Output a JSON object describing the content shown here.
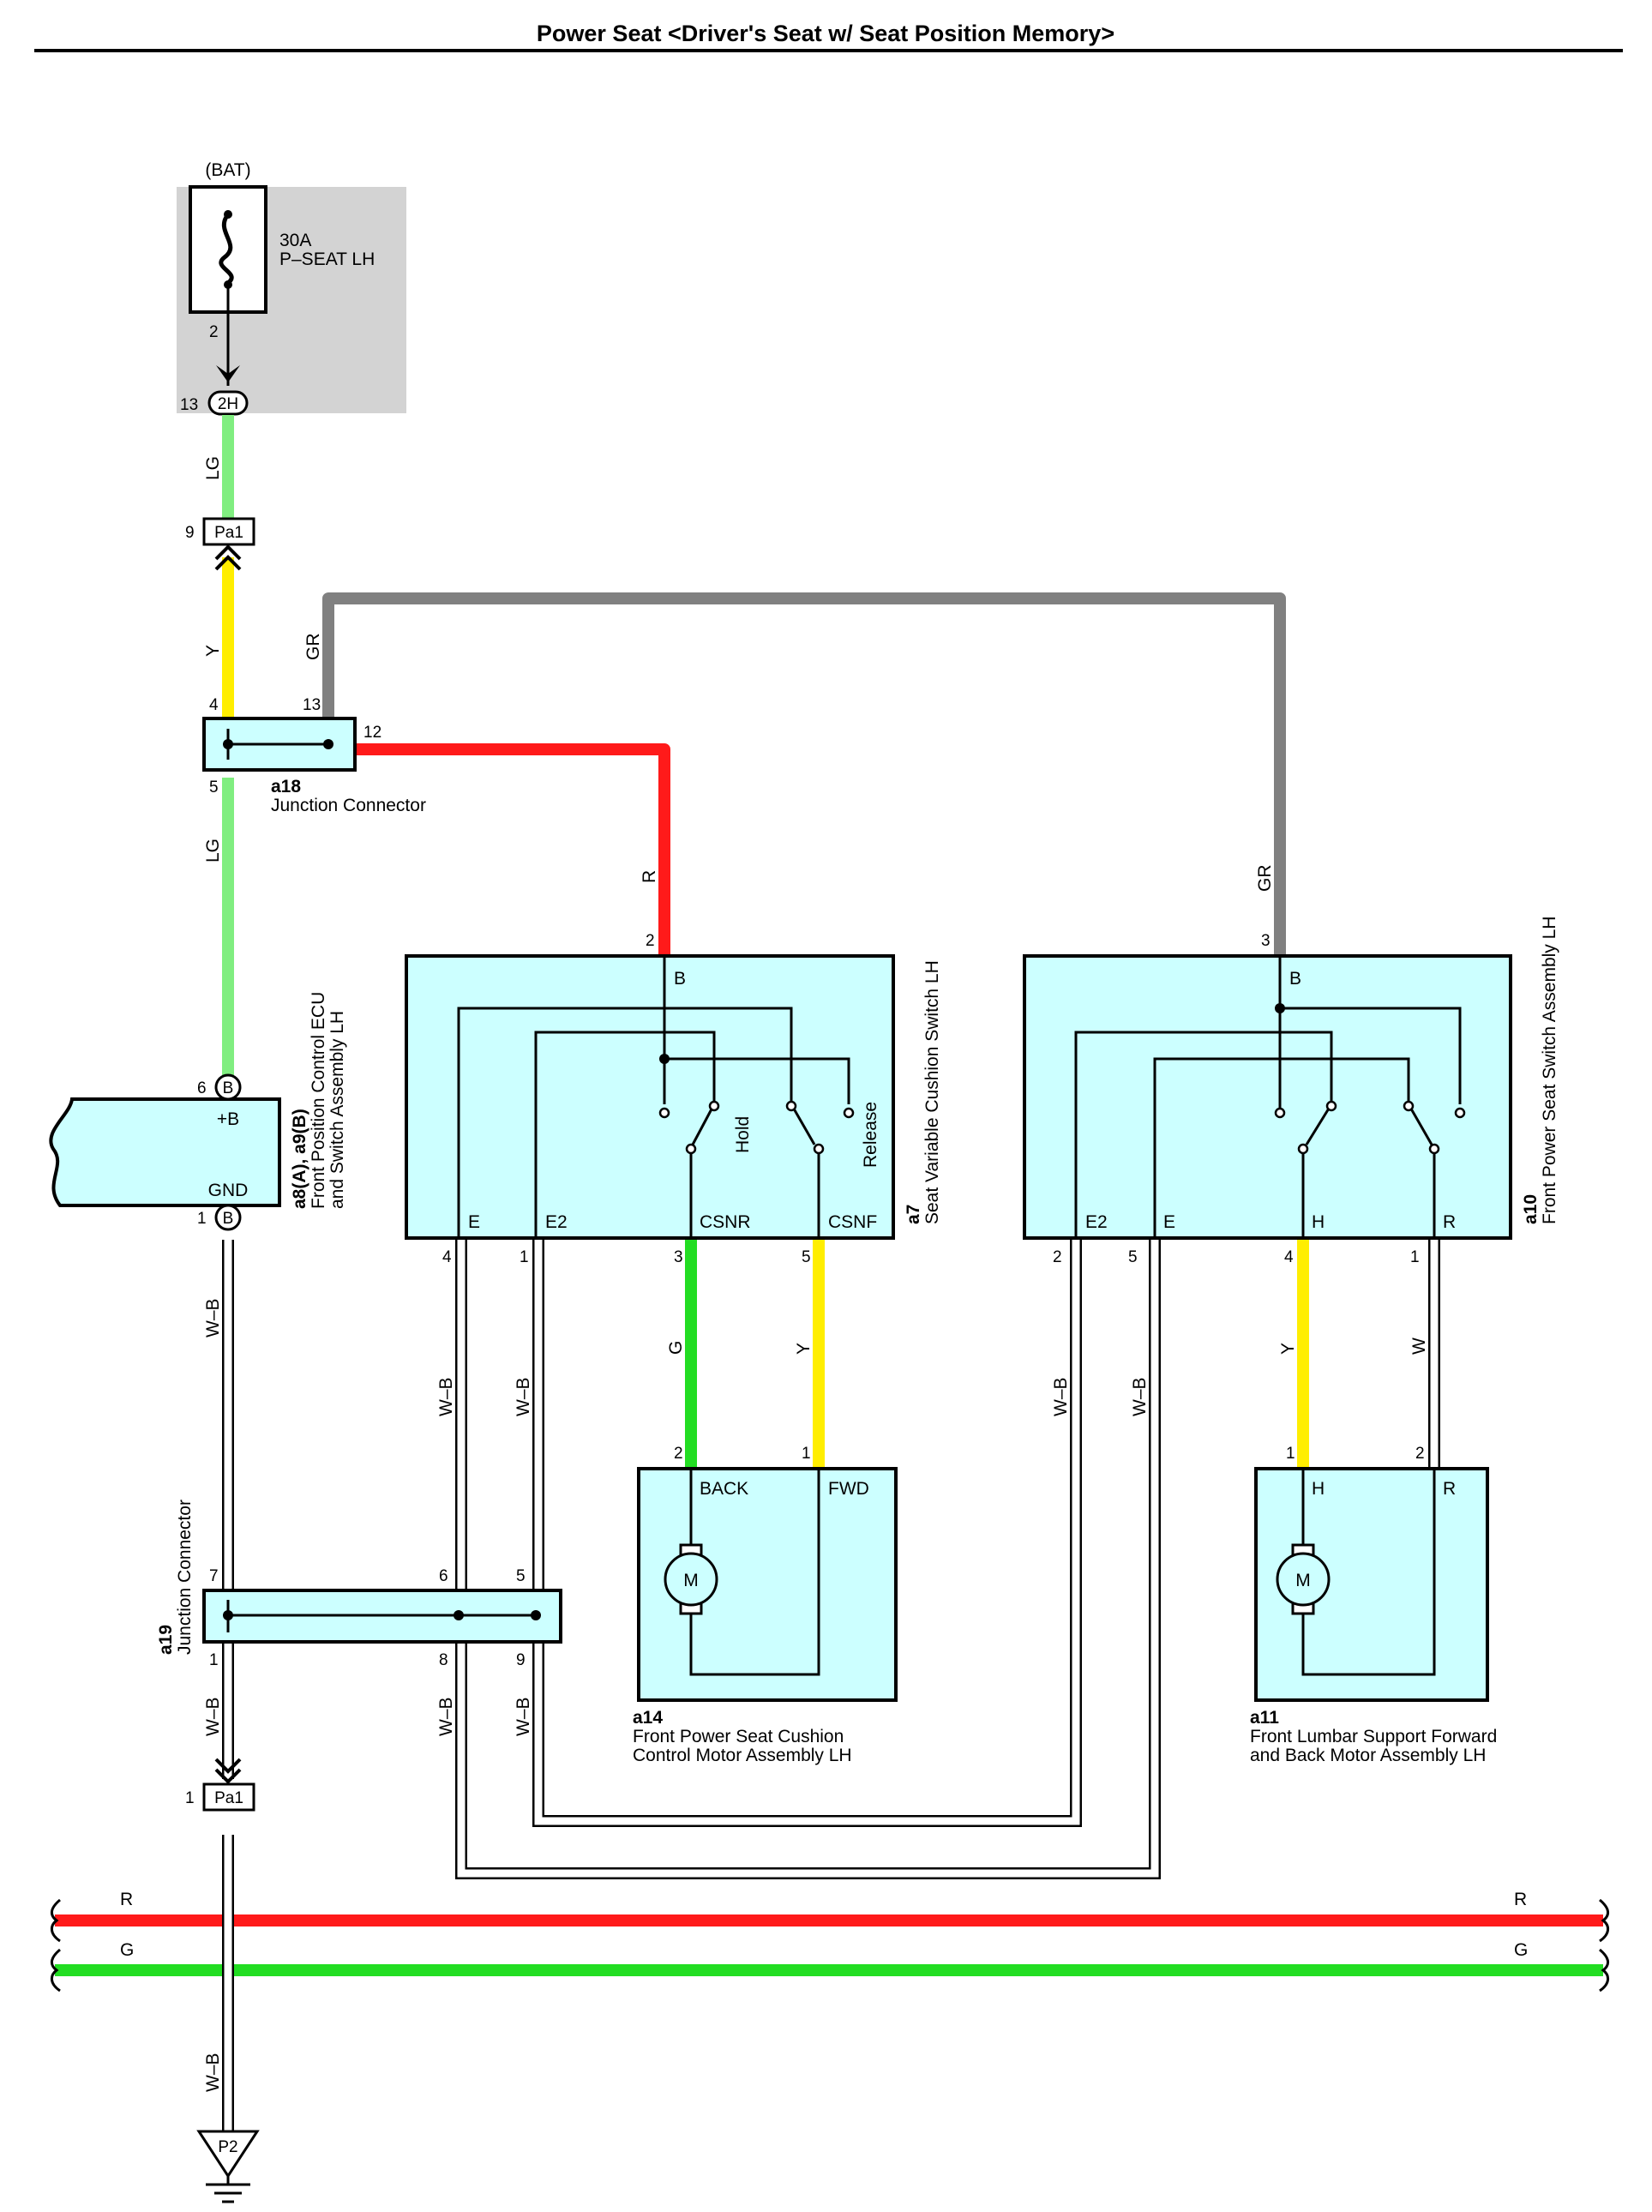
{
  "title": "Power Seat <Driver's Seat w/ Seat Position Memory>",
  "colors": {
    "LG": "#80ee80",
    "Y": "#ffee00",
    "GR": "#808080",
    "R": "#ff1a1a",
    "G": "#22dd22",
    "W": "#ffffff",
    "W-B": "#ffffff",
    "box_fill": "#ccffff",
    "fuse_box_fill": "#d3d3d3"
  },
  "fuse": {
    "source": "(BAT)",
    "rating": "30A",
    "name": "P–SEAT LH",
    "pin": "2",
    "conn_pin": "13",
    "conn_id": "2H"
  },
  "connectors": {
    "pa1_top": {
      "id": "Pa1",
      "pin": "9"
    },
    "pa1_bottom": {
      "id": "Pa1",
      "pin": "1"
    },
    "ground": {
      "id": "P2"
    }
  },
  "a18": {
    "code": "a18",
    "name": "Junction Connector",
    "pins": {
      "in_y": "4",
      "in_gr": "13",
      "out_r": "12",
      "out_lg": "5"
    }
  },
  "a8": {
    "code": "a8(A), a9(B)",
    "name_line1": "Front Position Control ECU",
    "name_line2": "and Switch Assembly LH",
    "terminal_top": "+B",
    "terminal_bottom": "GND",
    "pin_top": "6",
    "pin_bottom": "1",
    "conn_top": "B",
    "conn_bottom": "B"
  },
  "a7": {
    "code": "a7",
    "name": "Seat Variable Cushion Switch LH",
    "terminals": {
      "b": "B",
      "e": "E",
      "e2": "E2",
      "csnr": "CSNR",
      "csnf": "CSNF"
    },
    "pins": {
      "b": "2",
      "e": "4",
      "e2": "1",
      "csnr": "3",
      "csnf": "5"
    },
    "switch_labels": {
      "hold": "Hold",
      "release": "Release"
    }
  },
  "a10": {
    "code": "a10",
    "name": "Front Power Seat Switch Assembly LH",
    "terminals": {
      "b": "B",
      "e2": "E2",
      "e": "E",
      "h": "H",
      "r": "R"
    },
    "pins": {
      "b": "3",
      "e2": "2",
      "e": "5",
      "h": "4",
      "r": "1"
    }
  },
  "a14": {
    "code": "a14",
    "name_line1": "Front Power Seat Cushion",
    "name_line2": "Control Motor Assembly LH",
    "terminals": {
      "back": "BACK",
      "fwd": "FWD"
    },
    "pins": {
      "back": "2",
      "fwd": "1"
    },
    "motor": "M"
  },
  "a11": {
    "code": "a11",
    "name_line1": "Front Lumbar Support Forward",
    "name_line2": "and Back Motor Assembly LH",
    "terminals": {
      "h": "H",
      "r": "R"
    },
    "pins": {
      "h": "1",
      "r": "2"
    },
    "motor": "M"
  },
  "a19": {
    "code": "a19",
    "name": "Junction Connector",
    "pins": {
      "p7": "7",
      "p6": "6",
      "p5": "5",
      "p1": "1",
      "p8": "8",
      "p9": "9"
    }
  },
  "wire_labels": {
    "lg": "LG",
    "y": "Y",
    "gr": "GR",
    "r": "R",
    "g": "G",
    "w": "W",
    "wb": "W–B"
  },
  "bus": {
    "r": "R",
    "g": "G"
  }
}
